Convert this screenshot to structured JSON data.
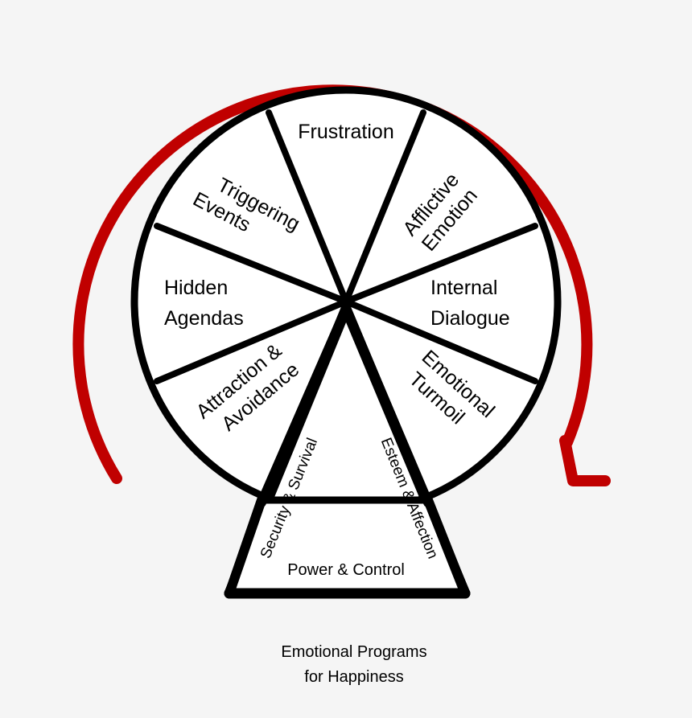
{
  "diagram": {
    "segments": {
      "frustration": [
        "Frustration"
      ],
      "afflictive_emotion": [
        "Afflictive",
        "Emotion"
      ],
      "internal_dialogue": [
        "Internal",
        "Dialogue"
      ],
      "emotional_turmoil": [
        "Emotional",
        "Turmoil"
      ],
      "attraction_avoidance": [
        "Attraction &",
        "Avoidance"
      ],
      "hidden_agendas": [
        "Hidden",
        "Agendas"
      ],
      "triggering_events": [
        "Triggering",
        "Events"
      ]
    },
    "stand": {
      "left_leg": "Security & Survival",
      "right_leg": "Esteem & Affection",
      "base": "Power & Control"
    },
    "caption": [
      "Emotional Programs",
      "for Happiness"
    ],
    "colors": {
      "arrow": "#c00000",
      "outline": "#000000",
      "fill": "#ffffff",
      "background": "#f5f5f5"
    }
  }
}
